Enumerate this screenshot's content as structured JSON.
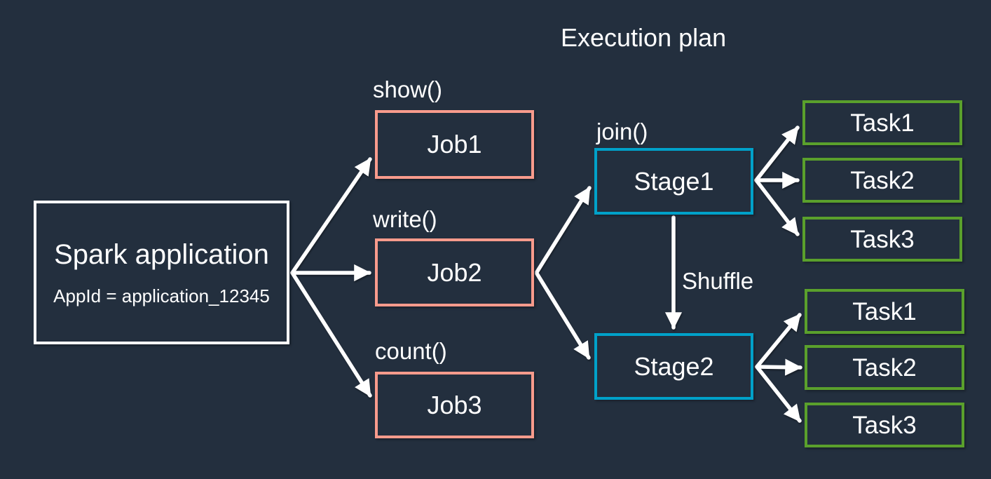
{
  "title": "Execution plan",
  "app": {
    "name": "Spark application",
    "app_id": "AppId = application_12345"
  },
  "jobs": [
    {
      "action": "show()",
      "label": "Job1"
    },
    {
      "action": "write()",
      "label": "Job2"
    },
    {
      "action": "count()",
      "label": "Job3"
    }
  ],
  "stages": [
    {
      "action": "join()",
      "label": "Stage1"
    },
    {
      "label": "Stage2"
    }
  ],
  "shuffle_label": "Shuffle",
  "stage1_tasks": [
    "Task1",
    "Task2",
    "Task3"
  ],
  "stage2_tasks": [
    "Task1",
    "Task2",
    "Task3"
  ],
  "colors": {
    "background": "#232F3E",
    "text": "#FFFFFF",
    "arrow": "#FFFFFF",
    "app_border": "#FFFFFF",
    "job_border": "#F99B8C",
    "stage_border": "#00A1C9",
    "task_border": "#5AA02C"
  }
}
